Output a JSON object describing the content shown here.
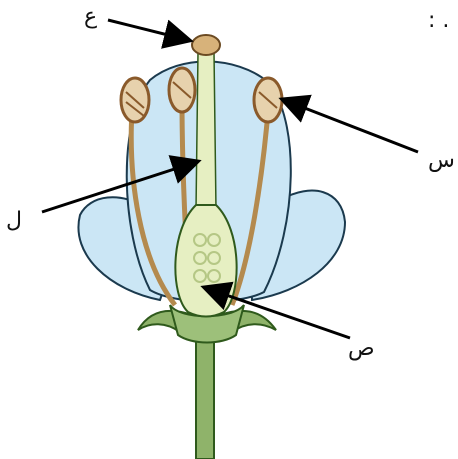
{
  "colors": {
    "petal_fill": "#cbe6f5",
    "petal_outline": "#1b3a4e",
    "stem_green": "#8fb36a",
    "stem_dark": "#2f5a1c",
    "anther_brown": "#8a5a2b",
    "anther_light": "#e7d2ad",
    "filament": "#b48a4e",
    "ovary_fill": "#e6efc2",
    "arrow": "#000000"
  },
  "labels": {
    "stigma": "ع",
    "anther": "س",
    "style": "ل",
    "ovary": "ص",
    "corner_mark": ": ."
  }
}
